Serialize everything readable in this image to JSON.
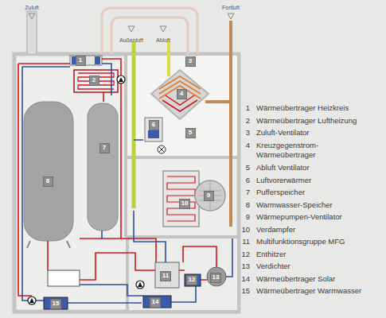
{
  "diagram": {
    "nodes": [
      {
        "text": [
          "1"
        ]
      },
      {
        "text": [
          "2"
        ]
      },
      {
        "text": [
          "3"
        ]
      },
      {
        "text": [
          "4"
        ]
      },
      {
        "text": [
          "5"
        ]
      },
      {
        "text": [
          "6"
        ]
      },
      {
        "text": [
          "7"
        ]
      },
      {
        "text": [
          "8"
        ]
      },
      {
        "text": [
          "9"
        ]
      },
      {
        "text": [
          "10"
        ]
      },
      {
        "text": [
          "11"
        ]
      },
      {
        "text": [
          "12"
        ]
      },
      {
        "text": [
          "13"
        ]
      },
      {
        "text": [
          "14"
        ]
      },
      {
        "text": [
          "15"
        ]
      }
    ],
    "labels": [
      "Zuluft",
      "Außenluft",
      "Abluft",
      "Fortluft",
      "1",
      "Wärmeübertrager Heizkreis",
      "2",
      "Wärmeübertrager Luftheizung",
      "3",
      "Zuluft-Ventilator",
      "4",
      "Kreuzgegenstrom- Wärmeübertrager",
      "5",
      "Abluft Ventilator",
      "6",
      "Luftvorerwärmer",
      "7",
      "Pufferspeicher",
      "8",
      "Warmwasser-Speicher",
      "9",
      "Wärmepumpen-Ventilator",
      "10",
      "Verdampfer",
      "11",
      "Multifunktionsgruppe MFG",
      "12",
      "Enthitzer",
      "13",
      "Verdichter",
      "14",
      "Wärmeübertrager Solar",
      "15",
      "Wärmeübertrager Warmwasser"
    ]
  }
}
